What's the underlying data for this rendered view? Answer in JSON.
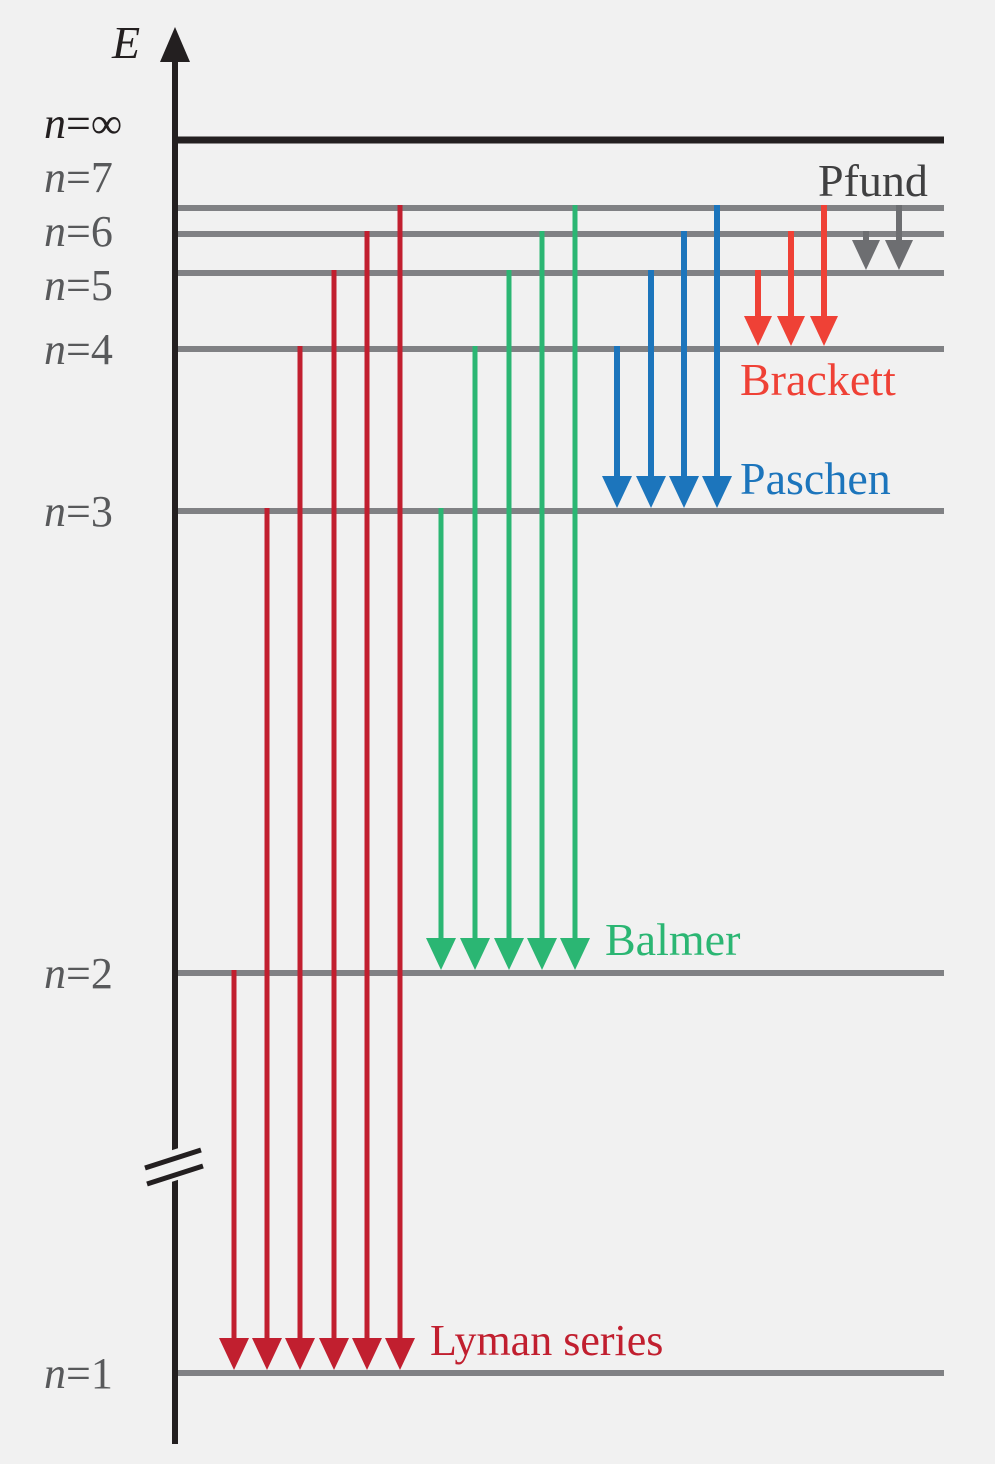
{
  "axis": {
    "label": "E"
  },
  "levels": [
    {
      "n": "∞",
      "prefix": "n",
      "label": "=∞"
    },
    {
      "n": "7",
      "prefix": "n",
      "label": "=7"
    },
    {
      "n": "6",
      "prefix": "n",
      "label": "=6"
    },
    {
      "n": "5",
      "prefix": "n",
      "label": "=5"
    },
    {
      "n": "4",
      "prefix": "n",
      "label": "=4"
    },
    {
      "n": "3",
      "prefix": "n",
      "label": "=3"
    },
    {
      "n": "2",
      "prefix": "n",
      "label": "=2"
    },
    {
      "n": "1",
      "prefix": "n",
      "label": "=1"
    }
  ],
  "series": [
    {
      "name": "Lyman series",
      "to": 1,
      "from": [
        2,
        3,
        4,
        5,
        6,
        7
      ],
      "color": "#c11f2f"
    },
    {
      "name": "Balmer",
      "to": 2,
      "from": [
        3,
        4,
        5,
        6,
        7
      ],
      "color": "#2bb673"
    },
    {
      "name": "Paschen",
      "to": 3,
      "from": [
        4,
        5,
        6,
        7
      ],
      "color": "#1c75bc"
    },
    {
      "name": "Brackett",
      "to": 4,
      "from": [
        5,
        6,
        7
      ],
      "color": "#ef4136"
    },
    {
      "name": "Pfund",
      "to": 5,
      "from": [
        6,
        7
      ],
      "color": "#6d6e71",
      "label_color": "#404041"
    }
  ],
  "colors": {
    "axis": "#231f20",
    "level": "#808184",
    "level_label": "#58595b"
  }
}
